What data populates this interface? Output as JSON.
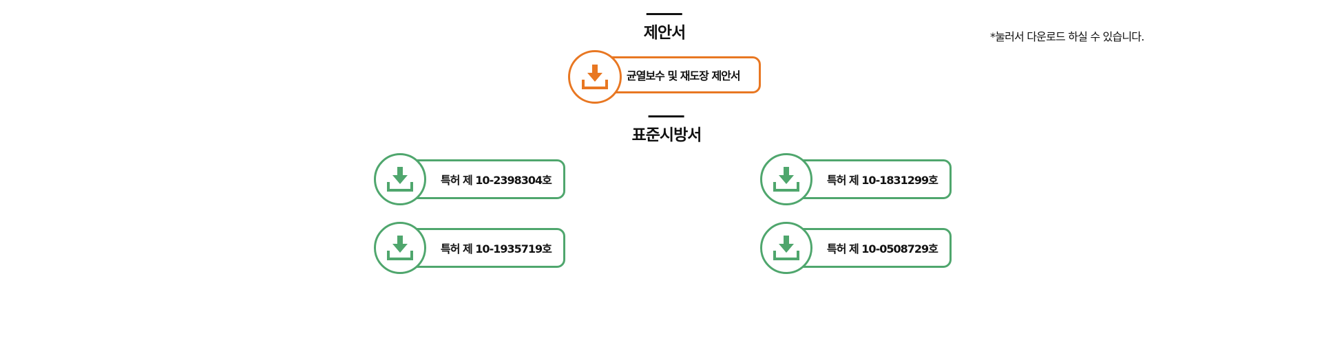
{
  "colors": {
    "orange": "#e87722",
    "green": "#4fa66d",
    "text": "#111111"
  },
  "note": "*눌러서 다운로드 하실 수 있습니다.",
  "proposal": {
    "title": "제안서",
    "items": [
      {
        "label": "균열보수 및 재도장 제안서",
        "icon": "download-icon",
        "color": "orange"
      }
    ]
  },
  "standard": {
    "title": "표준시방서",
    "items": [
      {
        "label": "특허 제 10-2398304호",
        "icon": "download-icon",
        "color": "green"
      },
      {
        "label": "특허 제 10-1831299호",
        "icon": "download-icon",
        "color": "green"
      },
      {
        "label": "특허 제 10-1935719호",
        "icon": "download-icon",
        "color": "green"
      },
      {
        "label": "특허 제 10-0508729호",
        "icon": "download-icon",
        "color": "green"
      }
    ]
  }
}
